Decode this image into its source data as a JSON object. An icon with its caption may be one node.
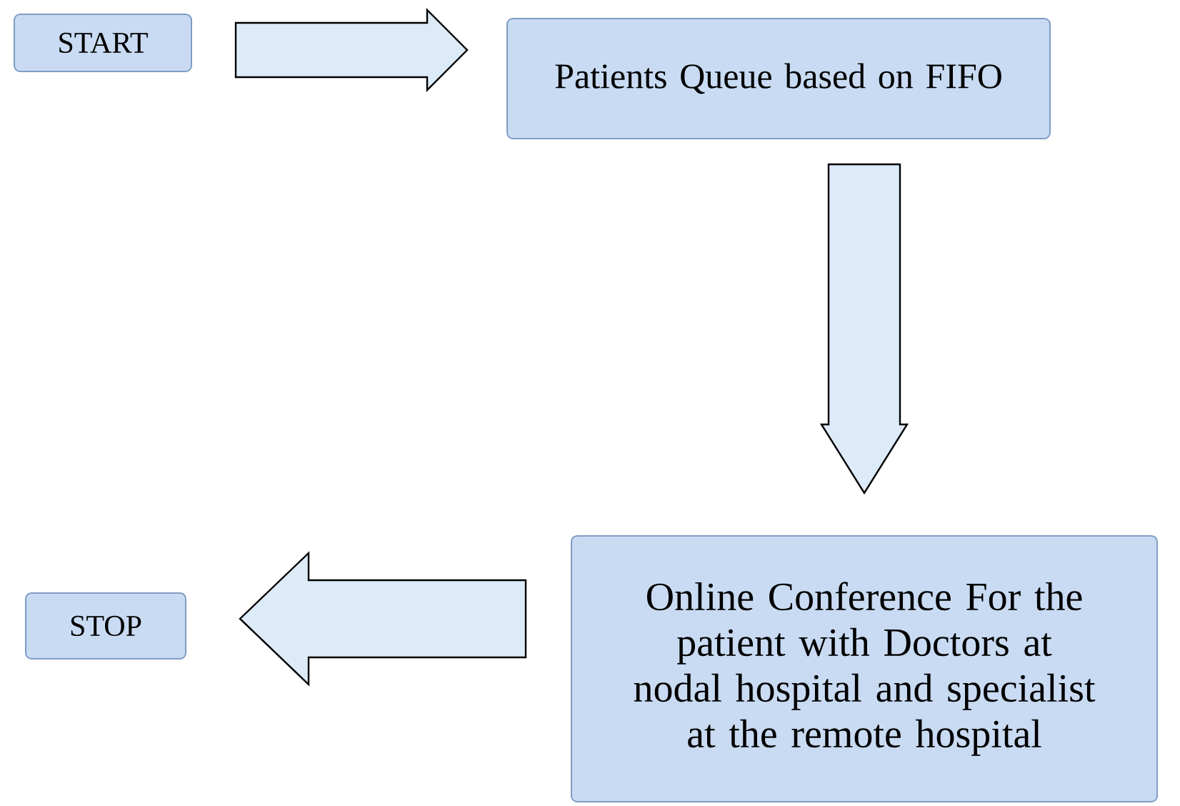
{
  "diagram": {
    "nodes": [
      {
        "text": [
          "START"
        ]
      },
      {
        "text": [
          "Patients Queue based on FIFO"
        ]
      },
      {
        "text": [
          "Online Conference For the patient with Doctors at nodal hospital and specialist at the remote hospital"
        ]
      },
      {
        "text": [
          "STOP"
        ]
      }
    ],
    "edges": [
      {
        "from": 0,
        "to": 1,
        "arrow": "to"
      },
      {
        "from": 1,
        "to": 2,
        "arrow": "to"
      },
      {
        "from": 2,
        "to": 3,
        "arrow": "to"
      }
    ]
  }
}
